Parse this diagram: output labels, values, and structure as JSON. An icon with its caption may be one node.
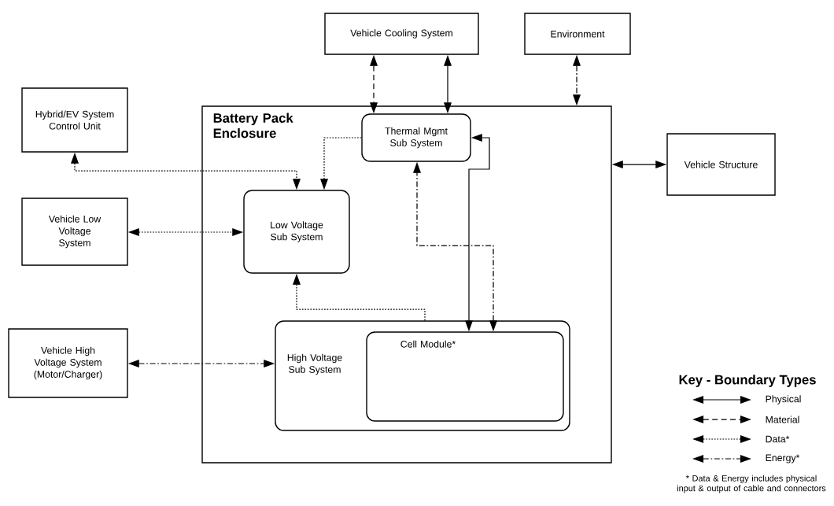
{
  "diagram": {
    "nodes": [
      {
        "text": [
          "Vehicle Cooling System"
        ]
      },
      {
        "text": [
          "Environment"
        ]
      },
      {
        "text": [
          "Hybrid/EV System Control Unit"
        ]
      },
      {
        "text": [
          "Battery Pack Enclosure"
        ]
      },
      {
        "text": [
          "Thermal Mgmt Sub System"
        ],
        "in": 3
      },
      {
        "text": [
          "Vehicle Structure"
        ]
      },
      {
        "text": [
          "Vehicle Low Voltage System"
        ]
      },
      {
        "text": [
          "Low Voltage Sub System"
        ],
        "in": 3
      },
      {
        "text": [
          "Vehicle High Voltage System (Motor/Charger)"
        ]
      },
      {
        "text": [
          "High Voltage Sub System"
        ],
        "in": 3
      },
      {
        "text": [
          "Cell Module*"
        ],
        "in": 9
      }
    ],
    "edges": [
      {
        "from": 0,
        "to": 4,
        "arrow": "both",
        "style": "dashed"
      },
      {
        "from": 0,
        "to": 4,
        "arrow": "both"
      },
      {
        "from": 1,
        "to": 3,
        "arrow": "both",
        "style": "dashed"
      },
      {
        "from": 2,
        "to": 7,
        "arrow": "both",
        "style": "dashed"
      },
      {
        "from": 4,
        "to": 7,
        "arrow": "to",
        "style": "dashed"
      },
      {
        "from": 10,
        "to": 4,
        "arrow": "both"
      },
      {
        "from": 3,
        "to": 5,
        "arrow": "both"
      },
      {
        "from": 6,
        "to": 7,
        "arrow": "both",
        "style": "dashed"
      },
      {
        "from": 10,
        "to": 4,
        "arrow": "both",
        "style": "dashed"
      },
      {
        "from": 9,
        "to": 7,
        "arrow": "to",
        "style": "dashed"
      },
      {
        "from": 8,
        "to": 9,
        "arrow": "both",
        "style": "dashed"
      }
    ],
    "labels": [
      "Key - Boundary Types",
      "* Data & Energy includes physical input & output of cable and connectors"
    ],
    "legend": [
      {
        "text": "Physical"
      },
      {
        "text": "Material"
      },
      {
        "text": "Data*"
      },
      {
        "text": "Energy*"
      }
    ]
  }
}
